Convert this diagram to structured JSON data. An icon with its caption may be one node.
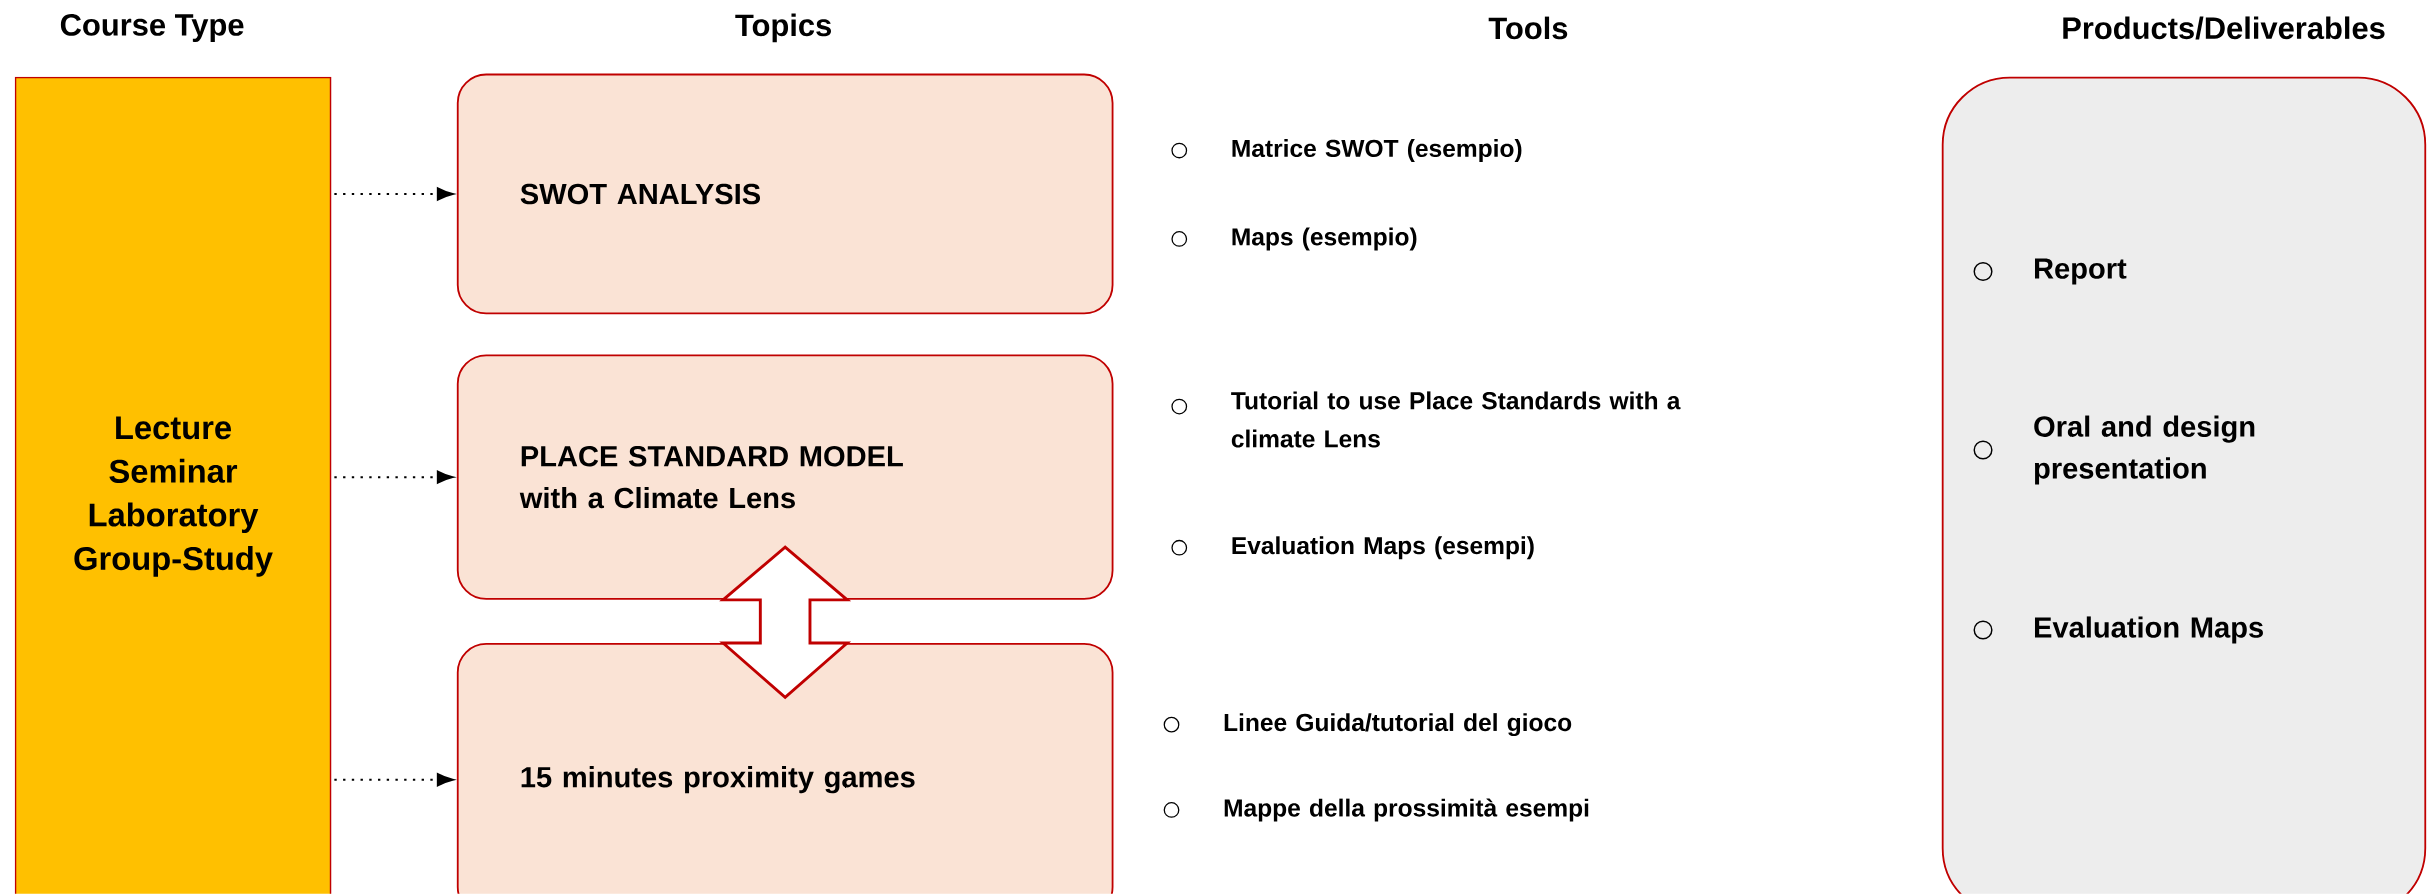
{
  "diagram": {
    "nodes": [
      {
        "text": [
          "Lecture Seminar Laboratory Group-Study"
        ]
      },
      {
        "text": [
          "SWOT ANALYSIS"
        ]
      },
      {
        "text": [
          "PLACE STANDARD MODEL with a Climate Lens"
        ]
      },
      {
        "text": [
          "15 minutes proximity games"
        ]
      },
      {
        "text": [
          "Report",
          "Oral and design presentation",
          "Evaluation Maps"
        ]
      }
    ],
    "edges": [
      {
        "from": 0,
        "to": 1,
        "arrow": "to",
        "style": "dashed"
      },
      {
        "from": 0,
        "to": 2,
        "arrow": "to",
        "style": "dashed"
      },
      {
        "from": 0,
        "to": 3,
        "arrow": "to",
        "style": "dashed"
      },
      {
        "from": 2,
        "to": 3,
        "arrow": "both",
        "style": "thick",
        "color": "#c00000"
      }
    ],
    "labels": [
      "Course Type",
      "Topics",
      "Tools",
      "Products/Deliverables",
      "Matrice SWOT (esempio)",
      "Maps (esempio)",
      "Tutorial to use Place Standards with a climate Lens",
      "Evaluation Maps (esempi)",
      "Linee Guida/tutorial del gioco",
      "Mappe della prossimità esempi"
    ]
  }
}
